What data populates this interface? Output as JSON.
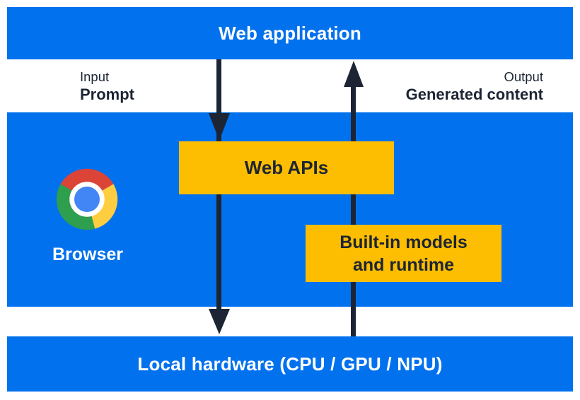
{
  "colors": {
    "background": "#FFFFFF",
    "blue": "#0171EE",
    "yellow": "#FDBD00",
    "ink": "#1D2534",
    "white_text": "#FFFFFF",
    "chrome_red": "#DB4437",
    "chrome_yellow": "#FFCD40",
    "chrome_green": "#2E9E4F",
    "chrome_blue": "#4285F4",
    "chrome_ring": "#FFFFFF"
  },
  "top_bar": {
    "label": "Web application"
  },
  "io_labels": {
    "input_title": "Input",
    "input_value": "Prompt",
    "output_title": "Output",
    "output_value": "Generated content"
  },
  "browser_section": {
    "browser_label": "Browser",
    "web_apis_label": "Web APIs",
    "builtin_models_label": "Built-in models and runtime",
    "chrome_icon": "chrome-browser-logo"
  },
  "arrows": {
    "down_arrow": "web-application-to-local-hardware",
    "up_arrow": "local-hardware-to-web-application"
  },
  "bottom_bar": {
    "label": "Local hardware (CPU / GPU / NPU)"
  }
}
